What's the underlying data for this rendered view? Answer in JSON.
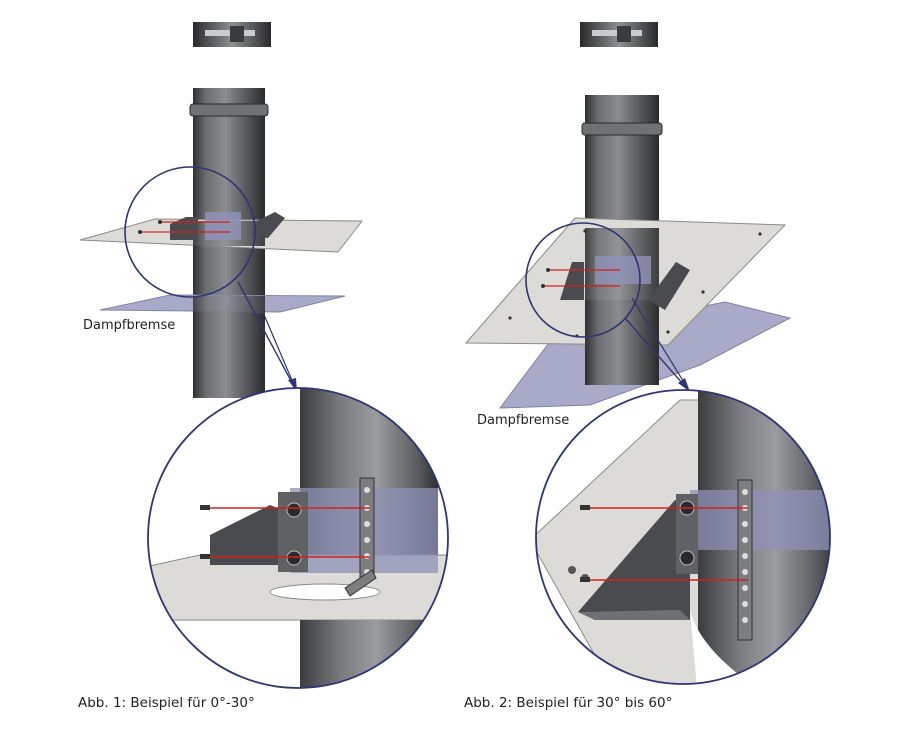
{
  "figure1": {
    "vapor_label": "Dampfbremse",
    "caption": "Abb. 1: Beispiel für 0°-30°"
  },
  "figure2": {
    "vapor_label": "Dampfbremse",
    "caption": "Abb. 2: Beispiel für 30° bis 60°"
  },
  "colors": {
    "pipe": "#5c5e60",
    "pipe_dark": "#3a3b3d",
    "plate": "#dcdbd7",
    "vapor_barrier": "#a9aac8",
    "band": "#8e92b6",
    "circle_outline": "#2e3573",
    "screw_line": "#d42020"
  }
}
